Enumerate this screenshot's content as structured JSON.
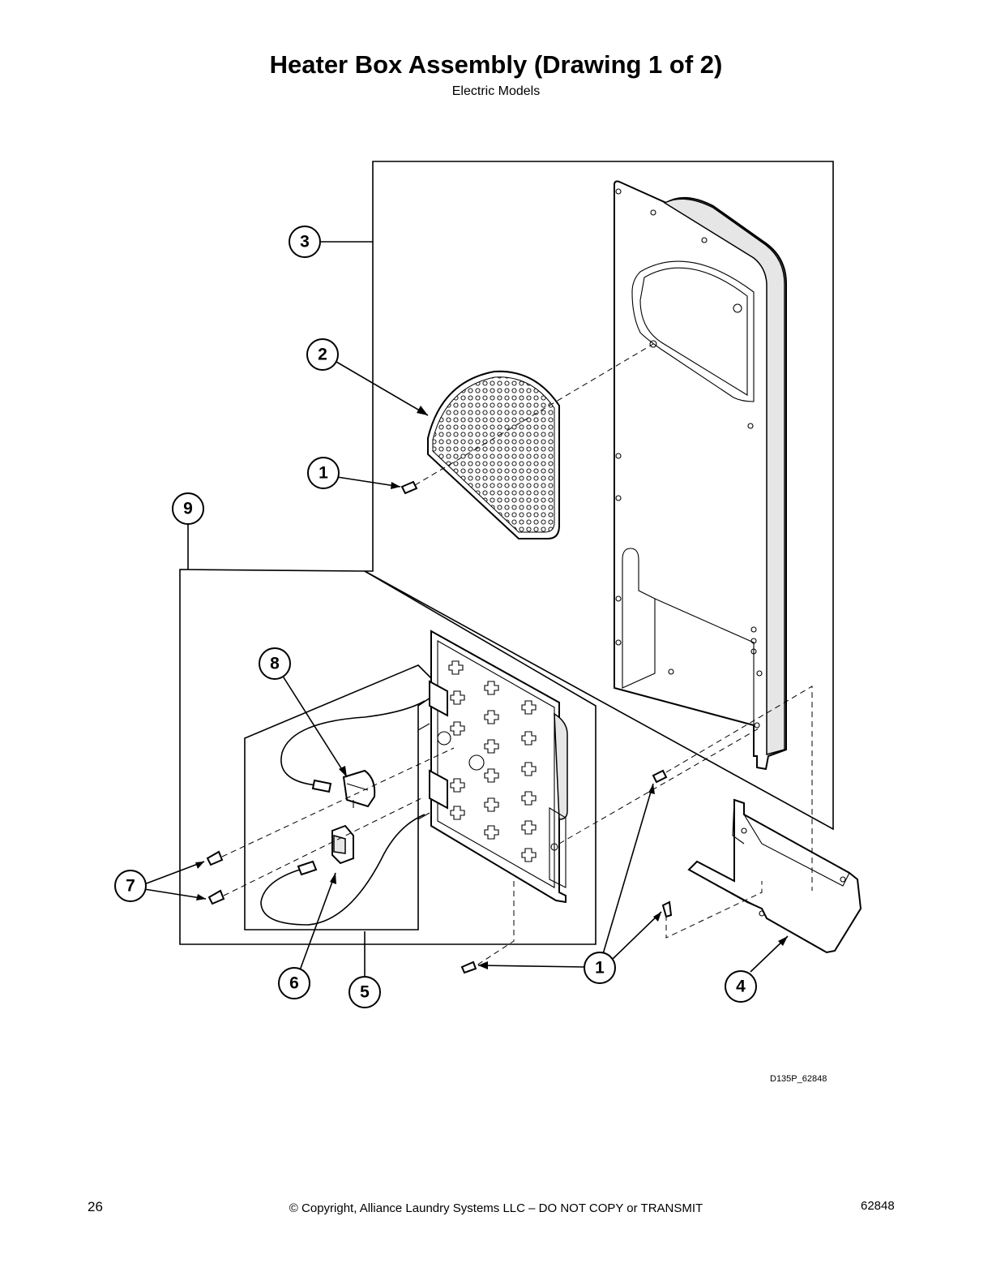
{
  "header": {
    "title": "Heater Box Assembly (Drawing 1 of 2)",
    "subtitle": "Electric Models"
  },
  "callouts": {
    "c1a": "1",
    "c1b": "1",
    "c2": "2",
    "c3": "3",
    "c4": "4",
    "c5": "5",
    "c6": "6",
    "c7": "7",
    "c8": "8",
    "c9": "9"
  },
  "drawing_id": "D135P_62848",
  "footer": {
    "page_number": "26",
    "copyright": "© Copyright, Alliance Laundry Systems LLC – DO NOT COPY or TRANSMIT",
    "document_number": "62848"
  }
}
